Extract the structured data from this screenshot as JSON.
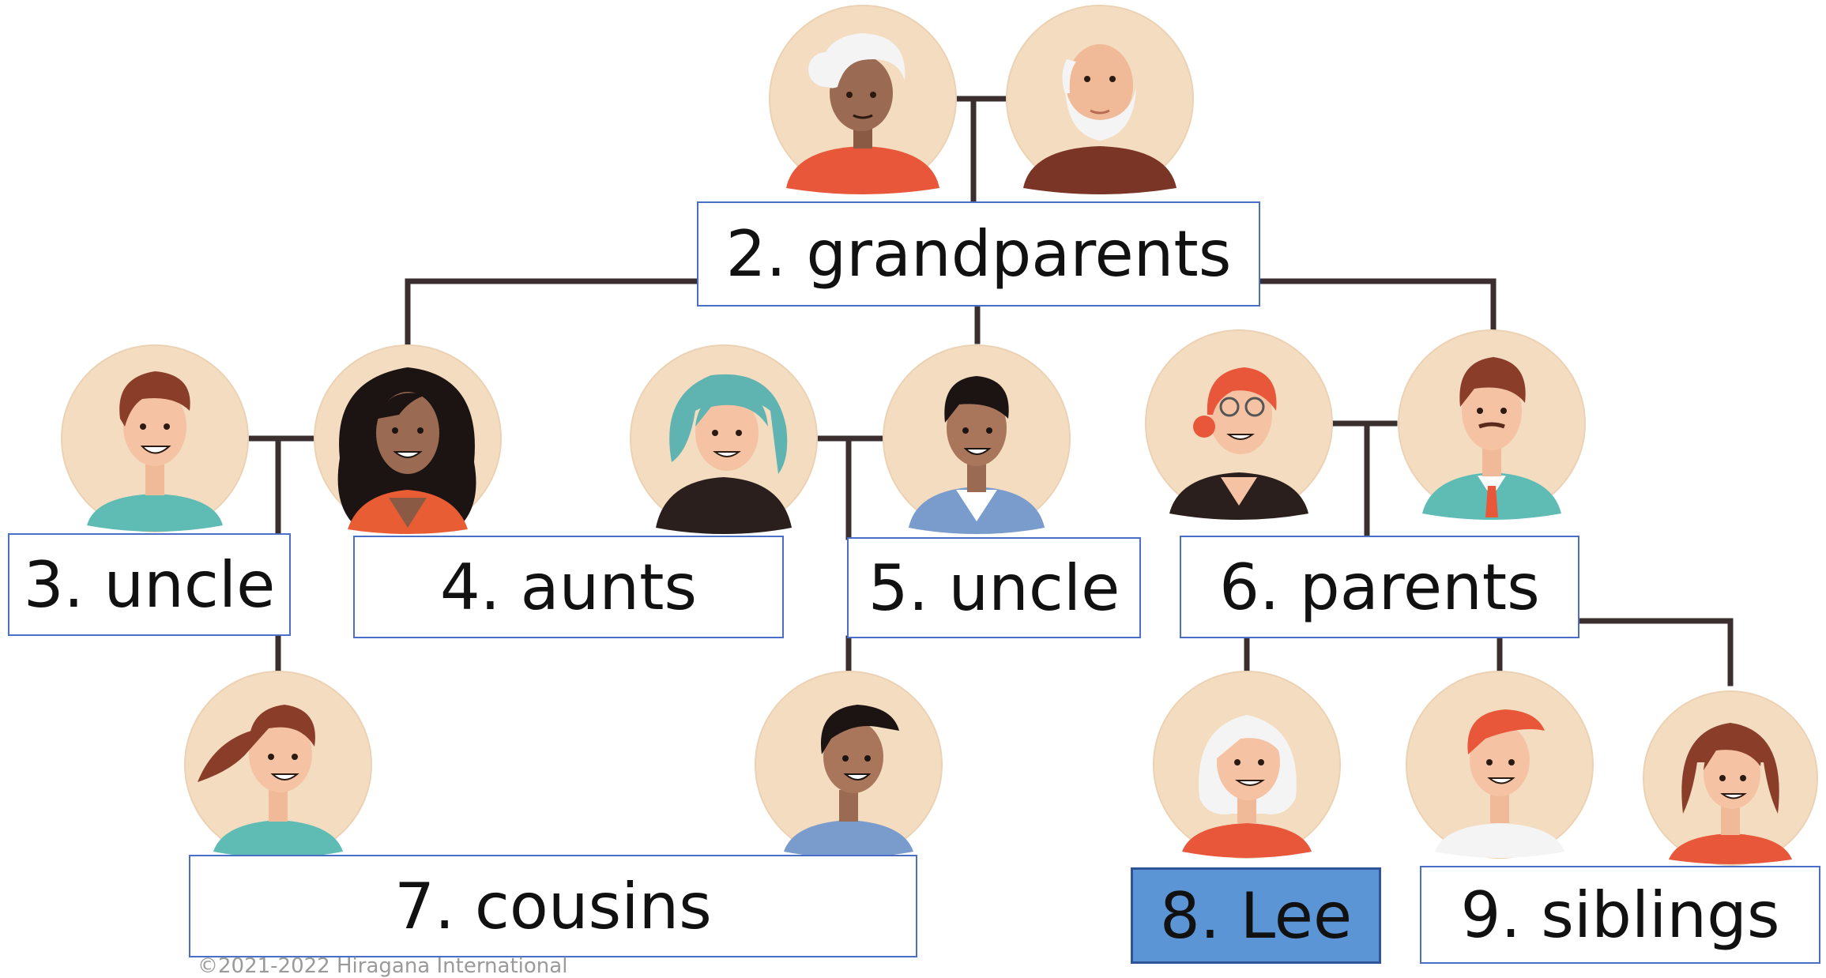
{
  "labels": {
    "grandparents": "2. grandparents",
    "uncle_left": "3. uncle",
    "aunts": "4. aunts",
    "uncle_right": "5. uncle",
    "parents": "6. parents",
    "cousins": "7. cousins",
    "lee": "8. Lee",
    "siblings": "9. siblings"
  },
  "copyright": "©2021-2022 Hiragana International",
  "colors": {
    "connector": "#3a2e2e",
    "box_border": "#4a6fc7",
    "highlight_fill": "#5b95d6",
    "avatar_bg": "#f4dcc0"
  },
  "avatars": [
    {
      "name": "grandmother-avatar",
      "role": "grandmother"
    },
    {
      "name": "grandfather-avatar",
      "role": "grandfather"
    },
    {
      "name": "uncle-left-avatar",
      "role": "uncle"
    },
    {
      "name": "aunt-left-avatar",
      "role": "aunt"
    },
    {
      "name": "aunt-right-avatar",
      "role": "aunt"
    },
    {
      "name": "uncle-right-avatar",
      "role": "uncle"
    },
    {
      "name": "mother-avatar",
      "role": "mother"
    },
    {
      "name": "father-avatar",
      "role": "father"
    },
    {
      "name": "cousin-girl-avatar",
      "role": "cousin"
    },
    {
      "name": "cousin-boy-avatar",
      "role": "cousin"
    },
    {
      "name": "lee-avatar",
      "role": "Lee"
    },
    {
      "name": "sibling-brother-avatar",
      "role": "sibling"
    },
    {
      "name": "sibling-sister-avatar",
      "role": "sibling"
    }
  ]
}
